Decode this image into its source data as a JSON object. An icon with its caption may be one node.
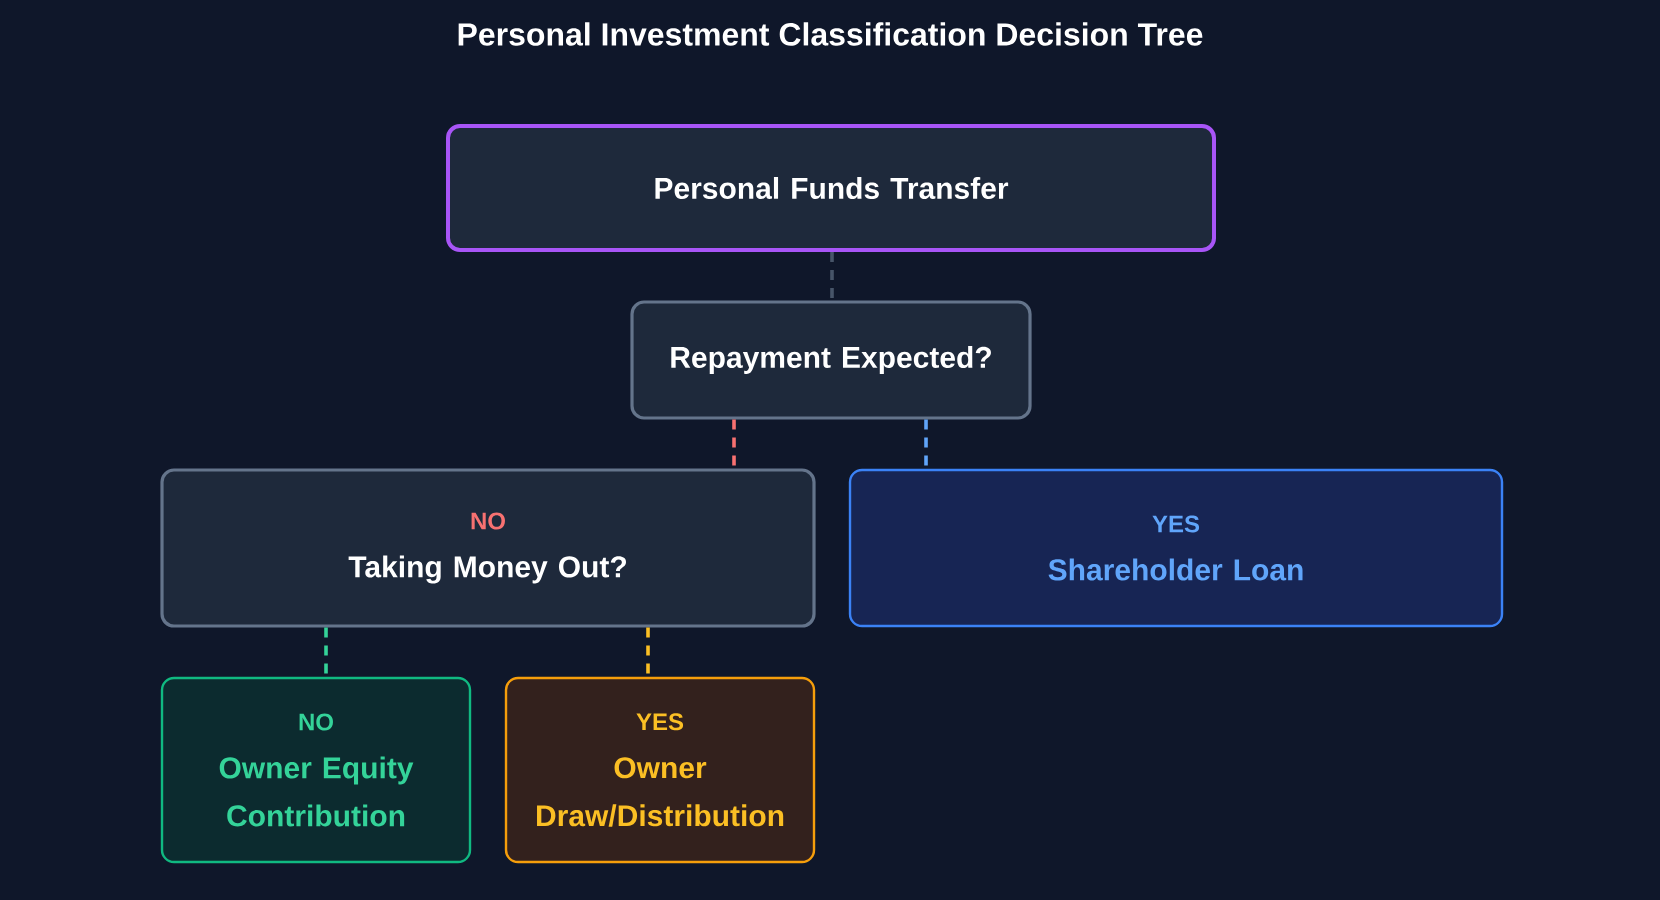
{
  "diagram": {
    "title": "Personal Investment Classification Decision Tree",
    "nodes": [
      {
        "text": [
          "Personal Funds Transfer"
        ]
      },
      {
        "text": [
          "Repayment Expected?"
        ]
      },
      {
        "text": [
          "NO",
          "Taking Money Out?"
        ]
      },
      {
        "text": [
          "YES",
          "Shareholder Loan"
        ]
      },
      {
        "text": [
          "NO",
          "Owner Equity Contribution"
        ]
      },
      {
        "text": [
          "YES",
          "Owner Draw/Distribution"
        ]
      }
    ],
    "edges": [
      {
        "from": 0,
        "to": 1,
        "arrow": "none",
        "style": "dashed",
        "color": "#475569"
      },
      {
        "from": 1,
        "to": 2,
        "arrow": "none",
        "style": "dashed",
        "color": "#f87171"
      },
      {
        "from": 1,
        "to": 3,
        "arrow": "none",
        "style": "dashed",
        "color": "#60a5fa"
      },
      {
        "from": 2,
        "to": 4,
        "arrow": "none",
        "style": "dashed",
        "color": "#34d399"
      },
      {
        "from": 2,
        "to": 5,
        "arrow": "none",
        "style": "dashed",
        "color": "#fbbf24"
      }
    ]
  }
}
